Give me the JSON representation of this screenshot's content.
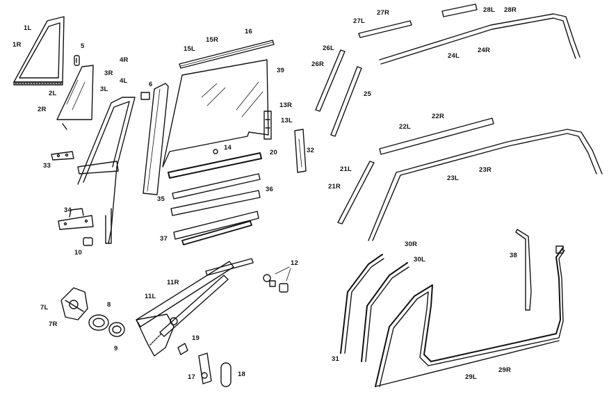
{
  "diagram": {
    "labels": [
      "1L",
      "1R",
      "5",
      "4R",
      "3R",
      "4L",
      "3L",
      "2L",
      "2R",
      "6",
      "33",
      "34",
      "10",
      "7L",
      "7R",
      "8",
      "9",
      "11R",
      "11L",
      "19",
      "17",
      "18",
      "12",
      "16",
      "15R",
      "15L",
      "39",
      "13R",
      "13L",
      "14",
      "20",
      "32",
      "35",
      "36",
      "37",
      "27R",
      "27L",
      "28L",
      "28R",
      "26L",
      "26R",
      "24L",
      "24R",
      "25",
      "22R",
      "22L",
      "23L",
      "23R",
      "21L",
      "21R",
      "30R",
      "30L",
      "31",
      "38",
      "29L",
      "29R"
    ]
  }
}
